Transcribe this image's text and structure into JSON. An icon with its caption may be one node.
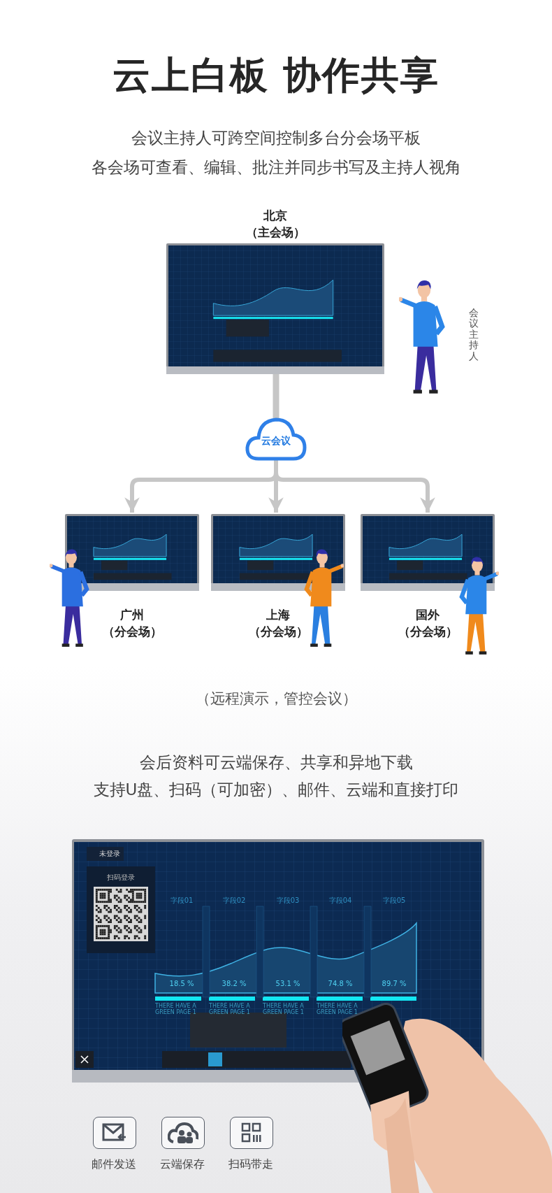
{
  "diagram": {
    "title": "云上白板 协作共享",
    "nodes": [
      {
        "text": [
          "北京",
          "（主会场）"
        ]
      },
      {
        "text": [
          "云会议"
        ]
      },
      {
        "text": [
          "广州",
          "（分会场）"
        ]
      },
      {
        "text": [
          "上海",
          "（分会场）"
        ]
      },
      {
        "text": [
          "国外",
          "（分会场）"
        ]
      }
    ],
    "edges": [
      {
        "from": 0,
        "to": 1,
        "arrow": "none"
      },
      {
        "from": 1,
        "to": 2,
        "arrow": "to"
      },
      {
        "from": 1,
        "to": 3,
        "arrow": "to"
      },
      {
        "from": 1,
        "to": 4,
        "arrow": "to"
      }
    ],
    "labels": [
      "会议主持人可跨空间控制多台分会场平板",
      "各会场可查看、编辑、批注并同步书写及主持人视角",
      "会议主持人",
      "（远程演示，管控会议）",
      "会后资料可云端保存、共享和异地下载",
      "支持U盘、扫码（可加密）、邮件、云端和直接打印",
      "未登录",
      "扫码登录",
      "字段01",
      "字段02",
      "字段03",
      "字段04",
      "字段05",
      "18.5 %",
      "38.2 %",
      "53.1 %",
      "74.8 %",
      "89.7 %",
      "THERE HAVE A GREEN PAGE 1",
      "THERE HAVE A GREEN PAGE 1",
      "THERE HAVE A GREEN PAGE 1",
      "THERE HAVE A GREEN PAGE 1",
      "邮件发送",
      "云端保存",
      "扫码带走"
    ]
  }
}
